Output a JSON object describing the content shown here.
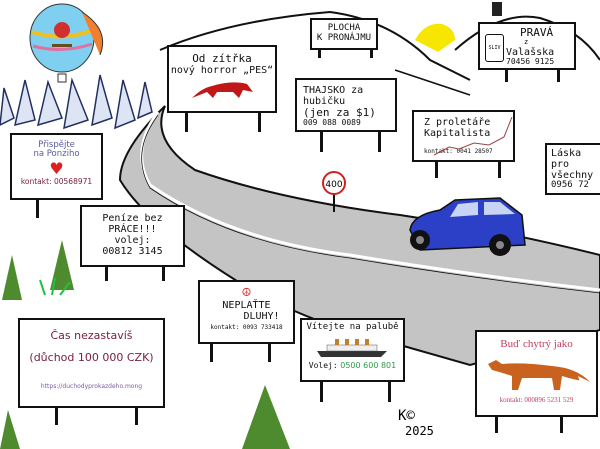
{
  "speed_sign": "400",
  "billboards": {
    "horror": {
      "line1": "Od zítřka",
      "line2": "nový horror „PES“"
    },
    "plocha": {
      "line1": "PLOCHA",
      "line2": "K PRONÁJMU"
    },
    "prava": {
      "line1": "PRAVÁ",
      "line2": "z",
      "line3": "Valašska",
      "phone": "70456 9125",
      "bottle_label": "SLIV"
    },
    "thajsko": {
      "line1": "THAJSKO za",
      "line2": "hubičku",
      "line3": "(jen za $1)",
      "phone": "009 088 0089"
    },
    "proletar": {
      "line1": "Z proletáře",
      "line2": "Kapitalista",
      "contact": "kontakt: 0041 28507"
    },
    "laska": {
      "line1": "Láska",
      "line2": "pro",
      "line3": "všechny",
      "phone": "0956 72"
    },
    "ponzi": {
      "line1": "Přispějte",
      "line2": "na Ponziho",
      "contact": "kontakt: 00568971"
    },
    "penize": {
      "line1": "Peníze bez",
      "line2": "PRÁCE!!!",
      "line3": "volej:",
      "phone": "00812 3145"
    },
    "dluhy": {
      "line1": "NEPLAŤTE",
      "line2": "DLUHY!",
      "contact": "kontakt: 0093 733418"
    },
    "paluba": {
      "line1": "Vítejte na palubě",
      "call": "Volej:",
      "phone": "0500 600 801"
    },
    "cas": {
      "line1": "Čas nezastavíš",
      "line2": "(důchod 100 000 CZK)",
      "url": "https://duchodyprokazdeho.mong"
    },
    "chytry": {
      "line1": "Buď chytrý jako",
      "contact": "kontakt: 000896 5231 529"
    }
  },
  "signature": {
    "mark": "K©",
    "year": "2025"
  },
  "colors": {
    "road": "#c4c4c4",
    "sun": "#f7e600",
    "car": "#2b3fc7",
    "dog": "#c01818",
    "fox": "#c8621e",
    "plant": "#4e8a2e",
    "ponzi_text": "#5a5aa0",
    "ponzi_contact": "#7a2040",
    "cas_text": "#7a2040",
    "url": "#7a5aa0",
    "paluba_phone": "#2e9a4a",
    "chytry_text": "#c04060"
  }
}
